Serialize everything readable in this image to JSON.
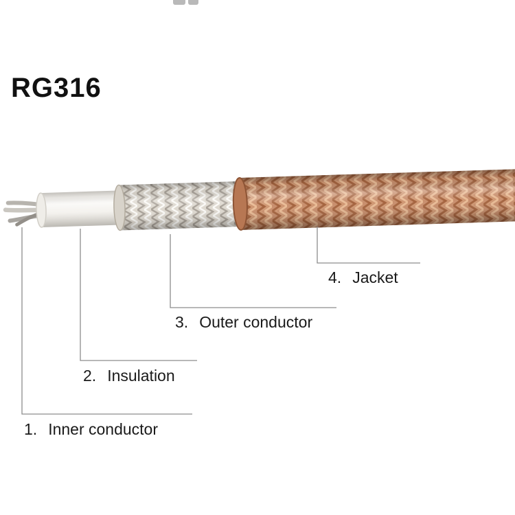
{
  "title": "RG316",
  "diagram": {
    "type": "coaxial-cable-layer-callouts",
    "parts": [
      {
        "number": "1.",
        "label": "Inner conductor"
      },
      {
        "number": "2.",
        "label": "Insulation"
      },
      {
        "number": "3.",
        "label": "Outer conductor"
      },
      {
        "number": "4.",
        "label": "Jacket"
      }
    ]
  },
  "colors": {
    "background": "#ffffff",
    "text": "#1a1a1a",
    "leader_line": "#8c8c8c",
    "jacket_copper": "#c98f6d",
    "jacket_copper_dark": "#a5643f",
    "jacket_copper_light": "#e9bb95",
    "outer_conductor_silver": "#ded9d0",
    "outer_conductor_dark": "#a9a299",
    "insulation_white": "#f4f2ee",
    "inner_conductor_gray": "#b7b4ae"
  }
}
